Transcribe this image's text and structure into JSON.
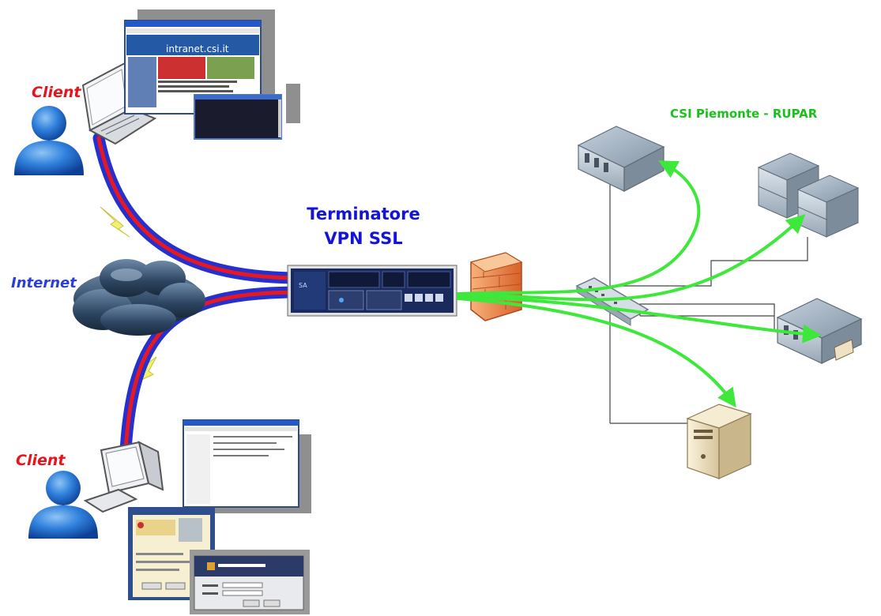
{
  "labels": {
    "client_top": "Client",
    "client_bottom": "Client",
    "internet": "Internet",
    "terminator_line1": "Terminatore",
    "terminator_line2": "VPN SSL",
    "network_name": "CSI Piemonte - RUPAR"
  },
  "colors": {
    "client_label": "#e8141b",
    "internet_label": "#2b3fd6",
    "terminator_label": "#1414d8",
    "network_label": "#18c21b",
    "tunnel_outer": "#2430d0",
    "tunnel_inner": "#e81820",
    "traffic_arrow": "#3ee83a",
    "user_icon": "#1f6fd0",
    "firewall": "#f08a3a"
  },
  "icons": [
    "user-icon",
    "laptop-icon",
    "desktop-pc-icon",
    "cloud-icon",
    "lightning-icon",
    "vpn-appliance-icon",
    "firewall-icon",
    "network-switch-icon",
    "rack-server-icon",
    "tower-server-icon",
    "screenshot-thumbnail-icon"
  ]
}
